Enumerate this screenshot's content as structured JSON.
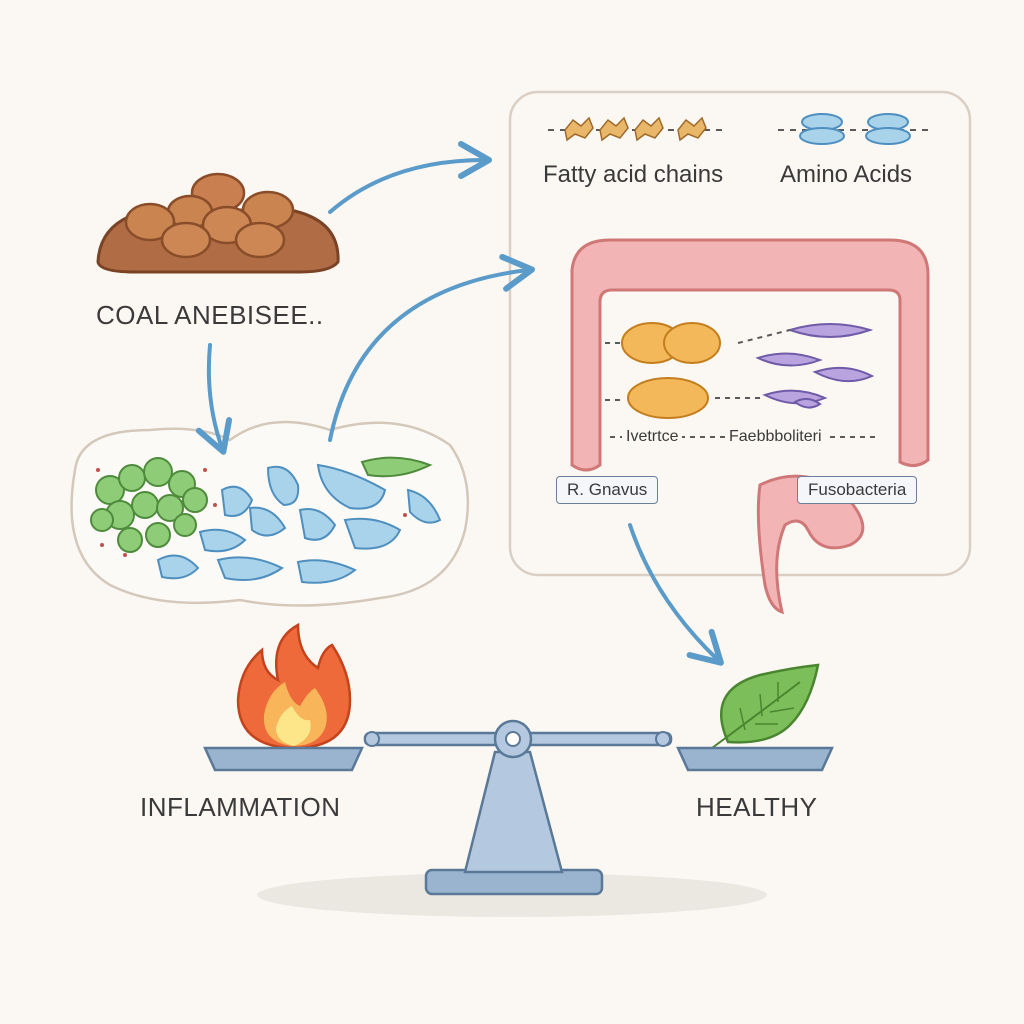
{
  "labels": {
    "coal_label": "COAL ANEBISEE..",
    "fatty_acids": "Fatty acid chains",
    "amino_acids": "Amino Acids",
    "left_inside_label": "Ivetrtce",
    "right_inside_label": "Faebbboliteri",
    "tag_left": "R. Gnavus",
    "tag_right": "Fusobacteria",
    "inflammation": "INFLAMMATION",
    "healthy": "HEALTHY"
  },
  "icons": {
    "food": "meat-plate-icon",
    "microbes": "microbe-cluster-icon",
    "fire": "flame-icon",
    "leaf": "leaf-icon",
    "scale": "balance-scale-icon",
    "intestine": "colon-icon"
  },
  "colors": {
    "arrow": "#5b9bc9",
    "panel_border": "#d9cfc4",
    "colon": "#f2b4b4",
    "flame": "#ef6a3a",
    "leaf": "#7cbf5a",
    "scale": "#9ab4d0"
  }
}
